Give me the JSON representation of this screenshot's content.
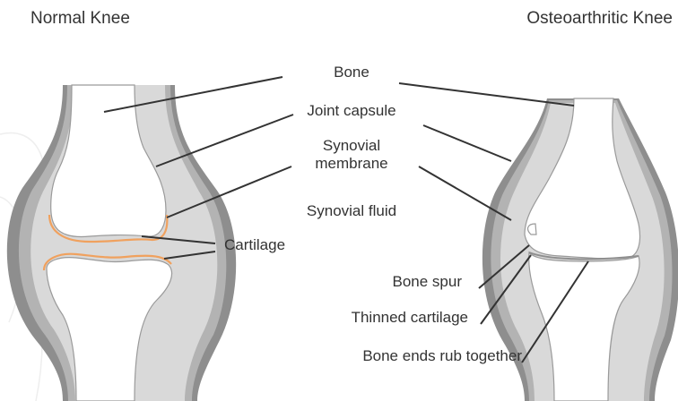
{
  "titles": {
    "normal": "Normal Knee",
    "oa": "Osteoarthritic Knee"
  },
  "labels": {
    "bone": "Bone",
    "joint_capsule": "Joint capsule",
    "synovial_membrane_1": "Synovial",
    "synovial_membrane_2": "membrane",
    "synovial_fluid": "Synovial fluid",
    "cartilage": "Cartilage",
    "bone_spur": "Bone spur",
    "thinned_cartilage": "Thinned cartilage",
    "bone_ends_rub": "Bone ends rub together"
  },
  "colors": {
    "background": "#ffffff",
    "capsule_outer": "#8e8e8e",
    "capsule_mid": "#b3b3b3",
    "fluid": "#d9d9d9",
    "bone": "#ffffff",
    "cartilage_normal": "#f0a15e",
    "text": "#333333",
    "line": "#333333"
  }
}
